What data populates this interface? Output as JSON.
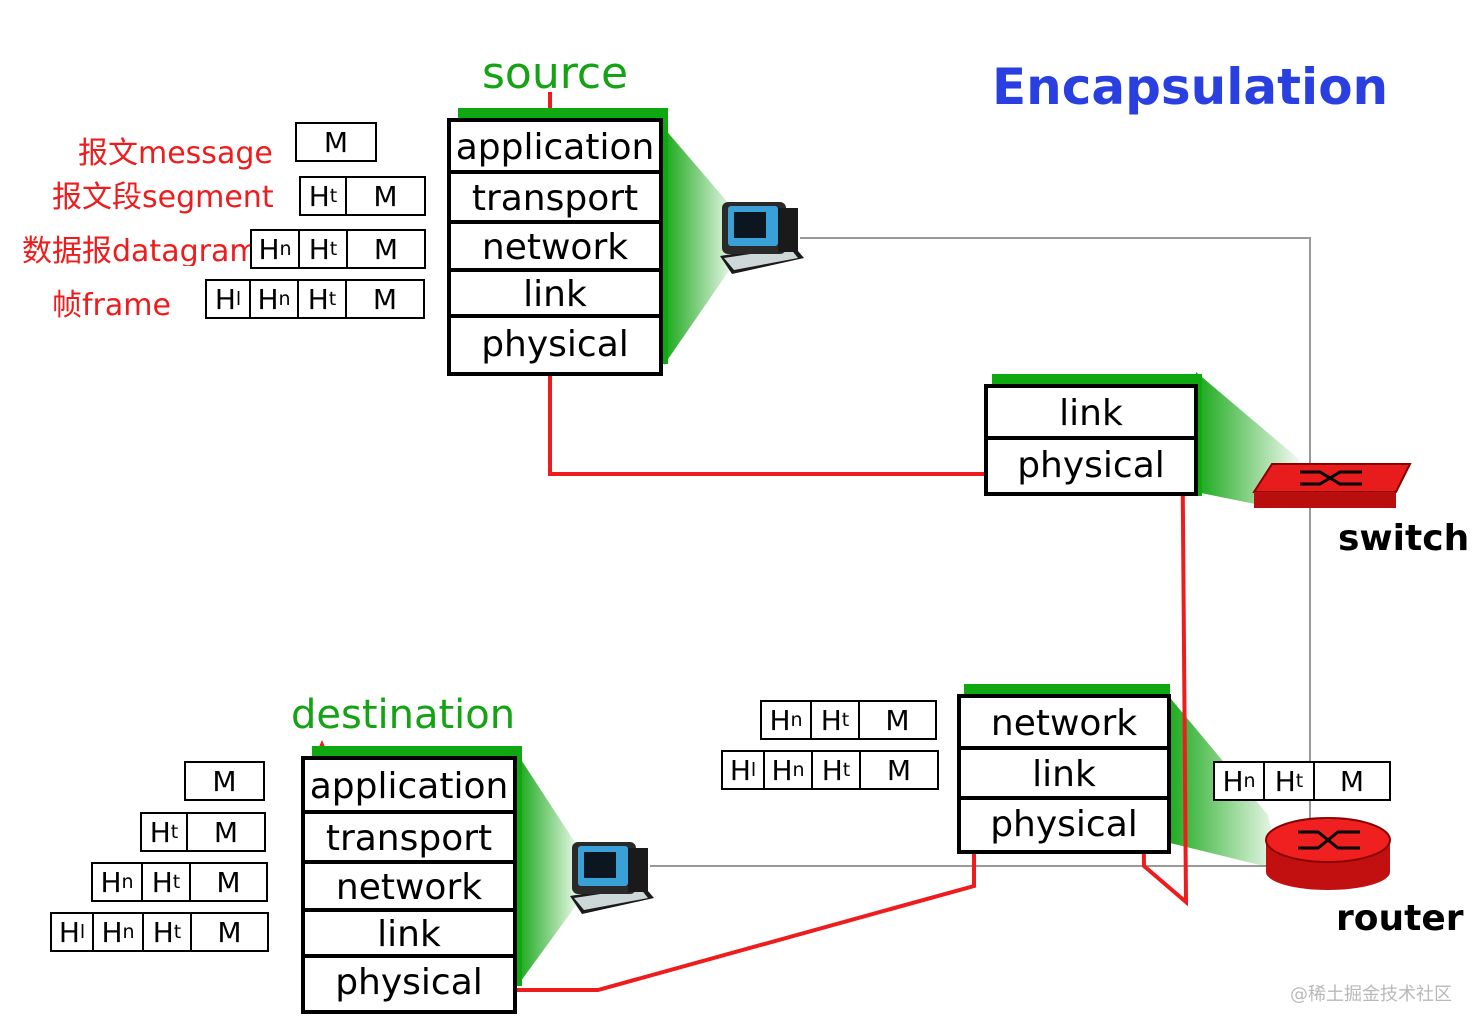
{
  "title": "Encapsulation",
  "source": {
    "label": "source",
    "layers": [
      "application",
      "transport",
      "network",
      "link",
      "physical"
    ]
  },
  "destination": {
    "label": "destination",
    "layers": [
      "application",
      "transport",
      "network",
      "link",
      "physical"
    ]
  },
  "switch": {
    "label": "switch",
    "layers": [
      "link",
      "physical"
    ]
  },
  "router": {
    "label": "router",
    "layers": [
      "network",
      "link",
      "physical"
    ]
  },
  "source_terms": [
    "报文message",
    "报文段segment",
    "数据报datagram",
    "帧frame"
  ],
  "packets": {
    "message": [
      "M"
    ],
    "segment": [
      "Ht",
      "M"
    ],
    "datagram": [
      "Hn",
      "Ht",
      "M"
    ],
    "frame": [
      "Hl",
      "Hn",
      "Ht",
      "M"
    ]
  },
  "header_letter": "H",
  "header_subscripts": {
    "Hl": "l",
    "Hn": "n",
    "Ht": "t"
  },
  "watermark": "@稀土掘金技术社区",
  "colors": {
    "title": "#2a3fe0",
    "endpoint_label": "#13a313",
    "path": "#ee1c1c",
    "terms": "#ee1c1c",
    "device_red": "#ee1c1c",
    "stack_shadow": "#10a810"
  },
  "icons": [
    "computer-icon",
    "switch-icon",
    "router-icon"
  ]
}
